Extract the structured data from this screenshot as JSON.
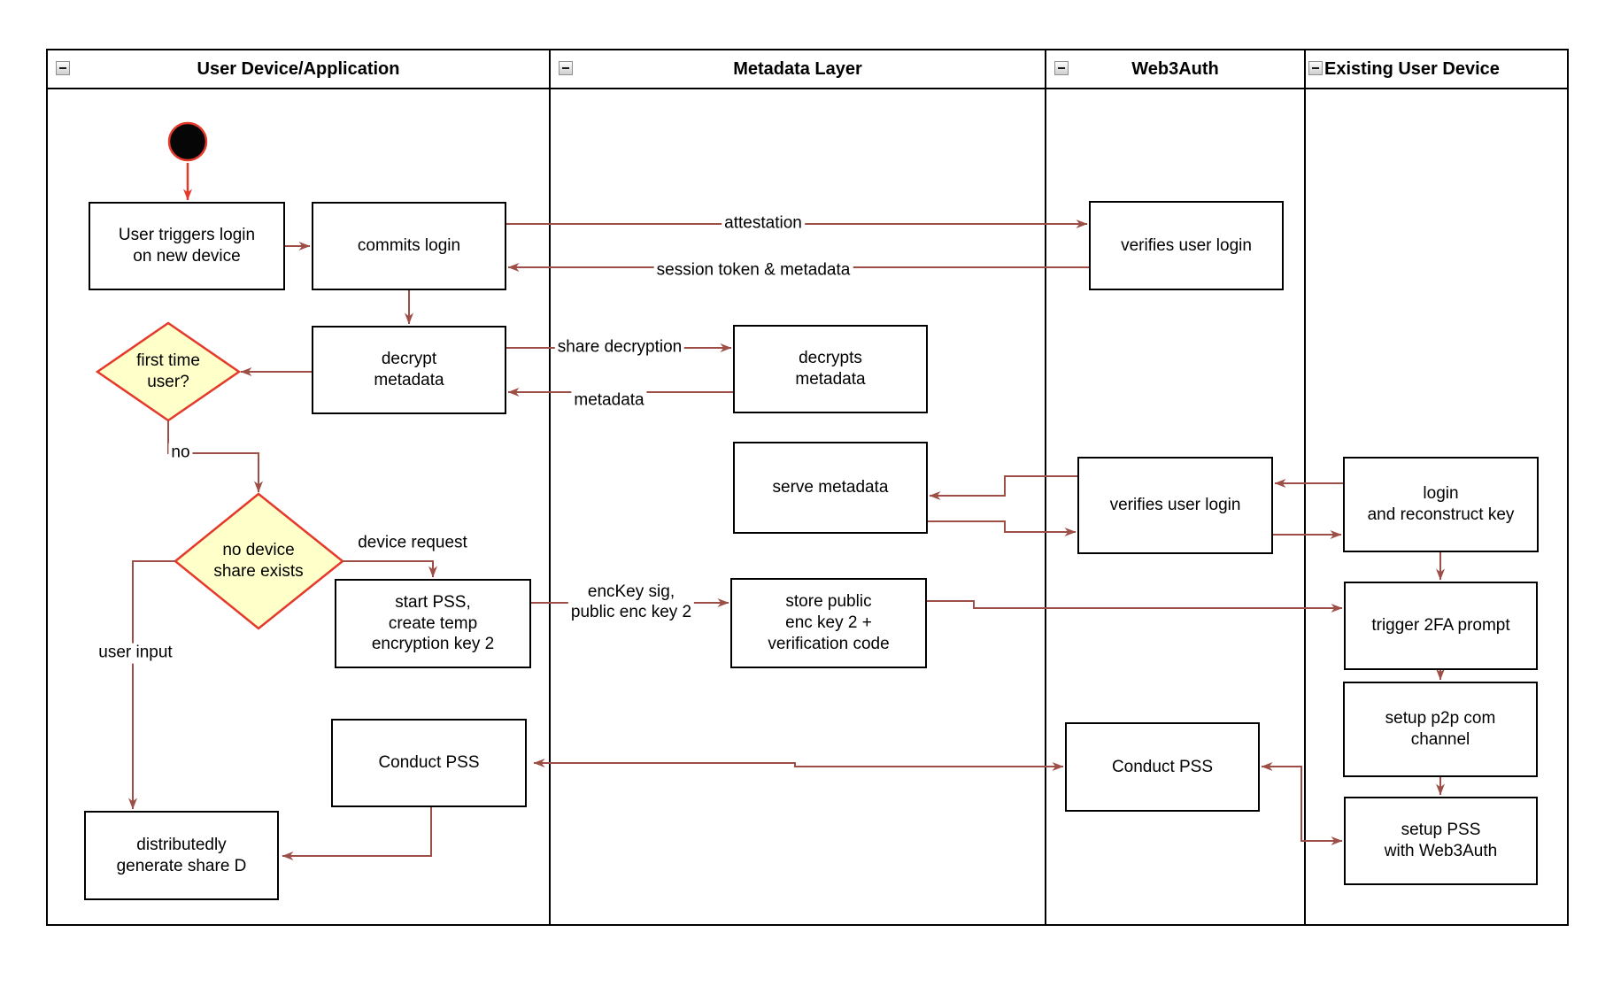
{
  "lanes": [
    {
      "label": "User Device/Application"
    },
    {
      "label": "Metadata Layer"
    },
    {
      "label": "Web3Auth"
    },
    {
      "label": "Existing User Device"
    }
  ],
  "nodes": {
    "user_triggers": {
      "label": "User triggers login\non new device"
    },
    "commits_login": {
      "label": "commits login"
    },
    "verifies_login_1": {
      "label": "verifies user login"
    },
    "decrypt_metadata": {
      "label": "decrypt\nmetadata"
    },
    "decrypts_metadata": {
      "label": "decrypts\nmetadata"
    },
    "first_time_user": {
      "label": "first time\nuser?"
    },
    "serve_metadata": {
      "label": "serve metadata"
    },
    "verifies_login_2": {
      "label": "verifies user login"
    },
    "login_reconstruct": {
      "label": "login\nand reconstruct key"
    },
    "no_device_share": {
      "label": "no device\nshare exists"
    },
    "start_pss": {
      "label": "start PSS,\ncreate temp\nencryption key 2"
    },
    "store_public": {
      "label": "store public\nenc key 2 +\nverification code"
    },
    "trigger_2fa": {
      "label": "trigger 2FA prompt"
    },
    "setup_p2p": {
      "label": "setup p2p com\nchannel"
    },
    "setup_pss": {
      "label": "setup PSS\nwith Web3Auth"
    },
    "conduct_pss_user": {
      "label": "Conduct PSS"
    },
    "conduct_pss_web3auth": {
      "label": "Conduct PSS"
    },
    "generate_share_d": {
      "label": "distributedly\ngenerate share D"
    }
  },
  "edge_labels": {
    "attestation": "attestation",
    "session_token": "session token & metadata",
    "share_decryption": "share decryption",
    "metadata": "metadata",
    "no": "no",
    "device_request": "device request",
    "enckey": "encKey sig,\npublic enc key 2",
    "user_input": "user input"
  },
  "colors": {
    "arrow": "#9d4f47",
    "accent_red": "#e53a2b",
    "decision_fill": "#ffffc9",
    "node_border": "#000000",
    "node_fill": "#ffffff"
  },
  "icons": {
    "collapse": "minus"
  }
}
